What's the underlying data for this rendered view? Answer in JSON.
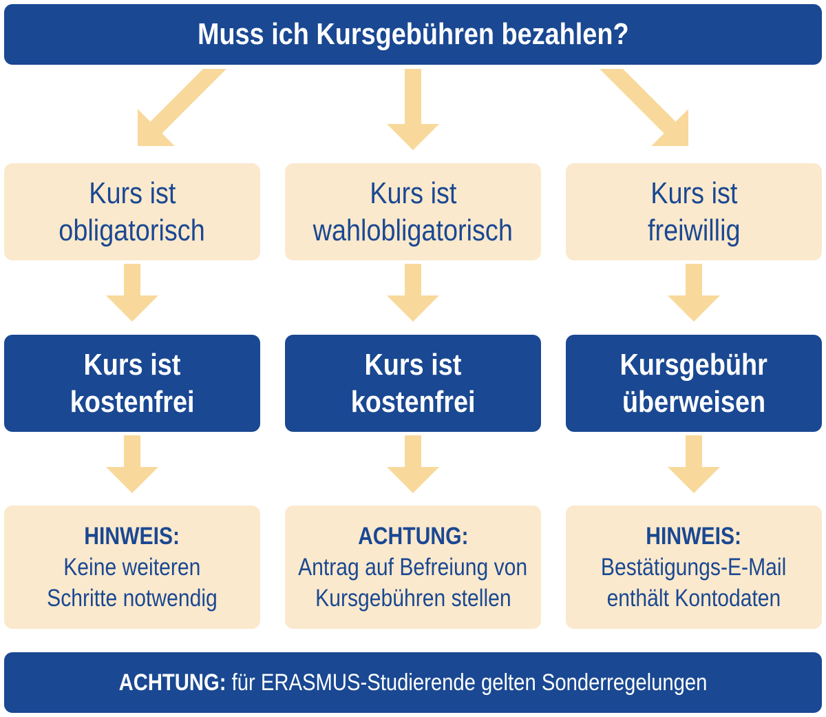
{
  "title": "Muss ich Kursgebühren bezahlen?",
  "columns": [
    {
      "status": [
        "Kurs ist",
        "obligatorisch"
      ],
      "result": [
        "Kurs ist",
        "kostenfrei"
      ],
      "note_label": "HINWEIS:",
      "note": [
        "Keine weiteren",
        "Schritte notwendig"
      ]
    },
    {
      "status": [
        "Kurs ist",
        "wahlobligatorisch"
      ],
      "result": [
        "Kurs ist",
        "kostenfrei"
      ],
      "note_label": "ACHTUNG:",
      "note": [
        "Antrag auf Befreiung von",
        "Kursgebühren stellen"
      ]
    },
    {
      "status": [
        "Kurs ist",
        "freiwillig"
      ],
      "result": [
        "Kursgebühr",
        "überweisen"
      ],
      "note_label": "HINWEIS:",
      "note": [
        "Bestätigungs-E-Mail",
        "enthält Kontodaten"
      ]
    }
  ],
  "footer": {
    "label": "ACHTUNG:",
    "text": " für ERASMUS-Studierende gelten Sonderregelungen"
  },
  "colors": {
    "blue": "#1a4892",
    "beige": "#fbe9cd",
    "arrow": "#f8d99b"
  }
}
